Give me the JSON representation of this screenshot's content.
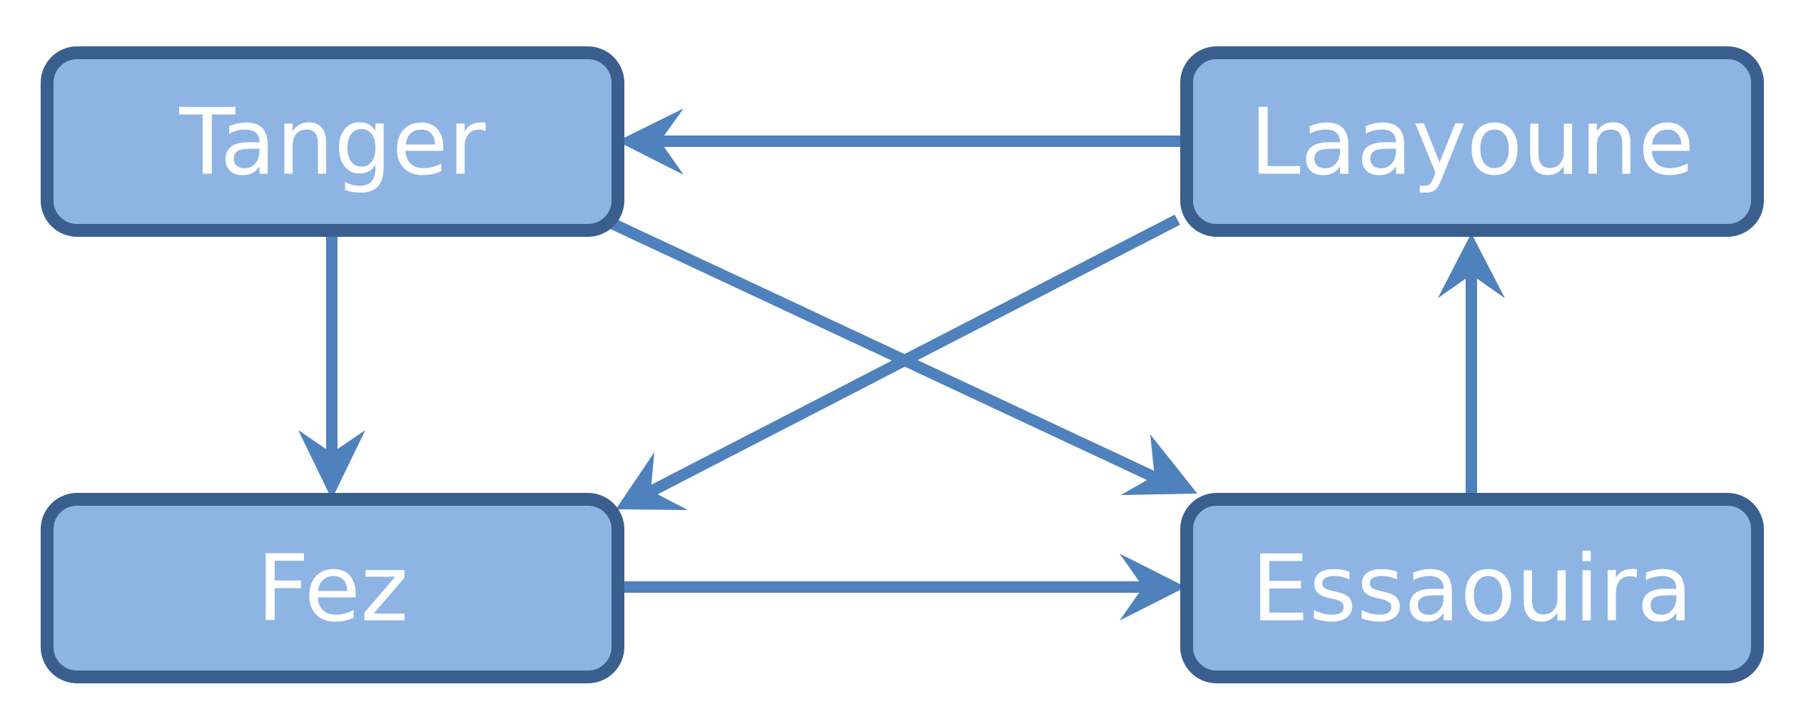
{
  "diagram": {
    "nodes": [
      {
        "id": "tanger",
        "label": "Tanger"
      },
      {
        "id": "laayoune",
        "label": "Laayoune"
      },
      {
        "id": "fez",
        "label": "Fez"
      },
      {
        "id": "essaouira",
        "label": "Essaouira"
      }
    ],
    "edges": [
      {
        "from": "laayoune",
        "to": "tanger"
      },
      {
        "from": "tanger",
        "to": "fez"
      },
      {
        "from": "tanger",
        "to": "essaouira"
      },
      {
        "from": "laayoune",
        "to": "fez"
      },
      {
        "from": "fez",
        "to": "essaouira"
      },
      {
        "from": "essaouira",
        "to": "laayoune"
      }
    ],
    "colors": {
      "node_fill": "#8eb4e3",
      "node_border": "#3a5f8f",
      "edge": "#4f81bd",
      "label": "#ffffff"
    }
  }
}
